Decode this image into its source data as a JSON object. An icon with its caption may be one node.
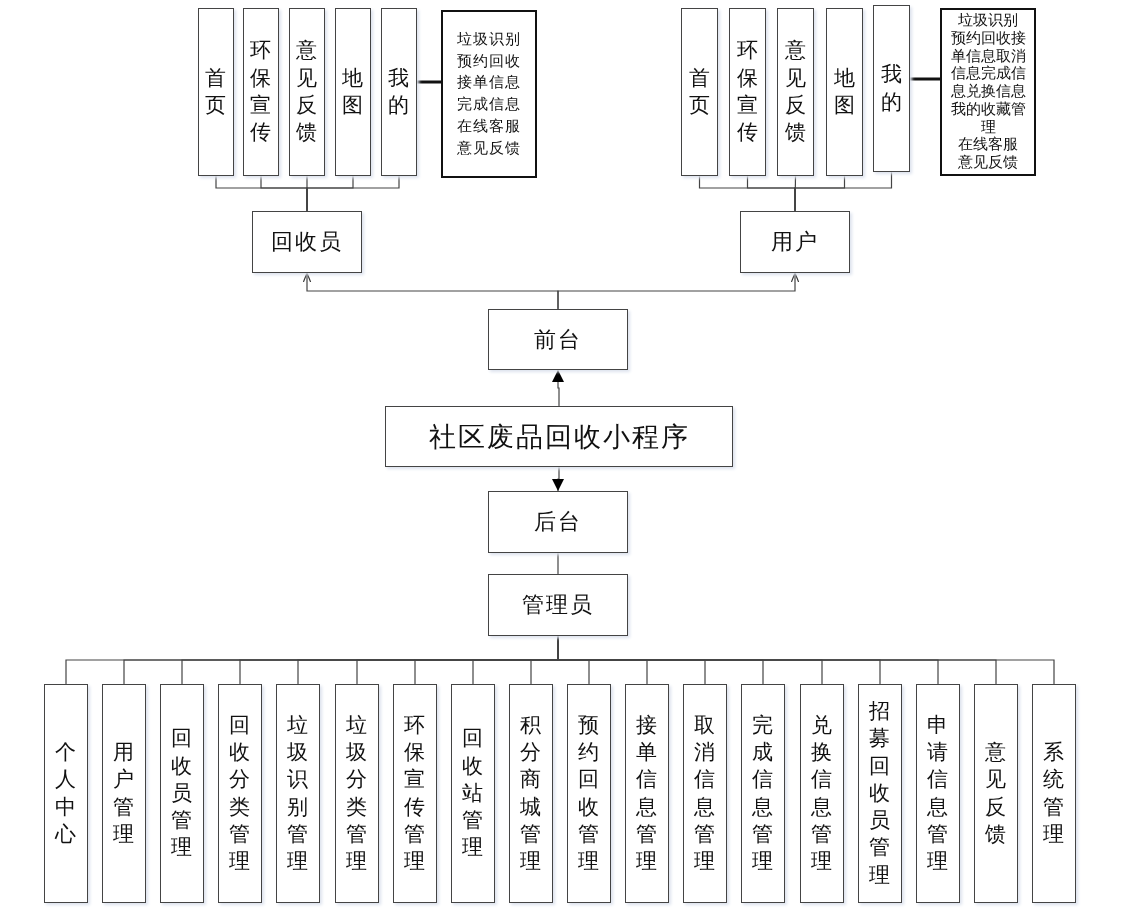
{
  "diagram": {
    "nodes": [
      {
        "text": [
          "首页"
        ]
      },
      {
        "text": [
          "环保宣传"
        ]
      },
      {
        "text": [
          "意见反馈"
        ]
      },
      {
        "text": [
          "地图"
        ]
      },
      {
        "text": [
          "我的"
        ]
      },
      {
        "text": [
          "垃圾识别",
          "预约回收",
          "接单信息",
          "完成信息",
          "在线客服",
          "意见反馈"
        ]
      },
      {
        "text": [
          "首页"
        ]
      },
      {
        "text": [
          "环保宣传"
        ]
      },
      {
        "text": [
          "意见反馈"
        ]
      },
      {
        "text": [
          "地图"
        ]
      },
      {
        "text": [
          "我的"
        ]
      },
      {
        "text": [
          "垃圾识别",
          "预约回收接单信息取消信息完成信息兑换信息我的收藏管理",
          "在线客服",
          "意见反馈"
        ]
      },
      {
        "text": [
          "回收员"
        ]
      },
      {
        "text": [
          "用户"
        ]
      },
      {
        "text": [
          "前台"
        ]
      },
      {
        "text": [
          "社区废品回收小程序"
        ]
      },
      {
        "text": [
          "后台"
        ]
      },
      {
        "text": [
          "管理员"
        ]
      },
      {
        "text": [
          "个人中心"
        ]
      },
      {
        "text": [
          "用户管理"
        ]
      },
      {
        "text": [
          "回收员管理"
        ]
      },
      {
        "text": [
          "回收分类管理"
        ]
      },
      {
        "text": [
          "垃圾识别管理"
        ]
      },
      {
        "text": [
          "垃圾分类管理"
        ]
      },
      {
        "text": [
          "环保宣传管理"
        ]
      },
      {
        "text": [
          "回收站管理"
        ]
      },
      {
        "text": [
          "积分商城管理"
        ]
      },
      {
        "text": [
          "预约回收管理"
        ]
      },
      {
        "text": [
          "接单信息管理"
        ]
      },
      {
        "text": [
          "取消信息管理"
        ]
      },
      {
        "text": [
          "完成信息管理"
        ]
      },
      {
        "text": [
          "兑换信息管理"
        ]
      },
      {
        "text": [
          "招募回收员管理"
        ]
      },
      {
        "text": [
          "申请信息管理"
        ]
      },
      {
        "text": [
          "意见反馈"
        ]
      },
      {
        "text": [
          "系统管理"
        ]
      }
    ],
    "edges": [
      {
        "from": 15,
        "to": 14,
        "arrow": "to"
      },
      {
        "from": 14,
        "to": 12,
        "arrow": "to"
      },
      {
        "from": 14,
        "to": 13,
        "arrow": "to"
      },
      {
        "from": 12,
        "to": 0,
        "arrow": "none"
      },
      {
        "from": 12,
        "to": 1,
        "arrow": "none"
      },
      {
        "from": 12,
        "to": 2,
        "arrow": "none"
      },
      {
        "from": 12,
        "to": 3,
        "arrow": "none"
      },
      {
        "from": 12,
        "to": 4,
        "arrow": "none"
      },
      {
        "from": 4,
        "to": 5,
        "arrow": "none",
        "style": "thick"
      },
      {
        "from": 13,
        "to": 6,
        "arrow": "none"
      },
      {
        "from": 13,
        "to": 7,
        "arrow": "none"
      },
      {
        "from": 13,
        "to": 8,
        "arrow": "none"
      },
      {
        "from": 13,
        "to": 9,
        "arrow": "none"
      },
      {
        "from": 13,
        "to": 10,
        "arrow": "none"
      },
      {
        "from": 10,
        "to": 11,
        "arrow": "none",
        "style": "thick"
      },
      {
        "from": 15,
        "to": 16,
        "arrow": "to"
      },
      {
        "from": 16,
        "to": 17,
        "arrow": "none"
      },
      {
        "from": 17,
        "to": 18,
        "arrow": "none"
      },
      {
        "from": 17,
        "to": 19,
        "arrow": "none"
      },
      {
        "from": 17,
        "to": 20,
        "arrow": "none"
      },
      {
        "from": 17,
        "to": 21,
        "arrow": "none"
      },
      {
        "from": 17,
        "to": 22,
        "arrow": "none"
      },
      {
        "from": 17,
        "to": 23,
        "arrow": "none"
      },
      {
        "from": 17,
        "to": 24,
        "arrow": "none"
      },
      {
        "from": 17,
        "to": 25,
        "arrow": "none"
      },
      {
        "from": 17,
        "to": 26,
        "arrow": "none"
      },
      {
        "from": 17,
        "to": 27,
        "arrow": "none"
      },
      {
        "from": 17,
        "to": 28,
        "arrow": "none"
      },
      {
        "from": 17,
        "to": 29,
        "arrow": "none"
      },
      {
        "from": 17,
        "to": 30,
        "arrow": "none"
      },
      {
        "from": 17,
        "to": 31,
        "arrow": "none"
      },
      {
        "from": 17,
        "to": 32,
        "arrow": "none"
      },
      {
        "from": 17,
        "to": 33,
        "arrow": "none"
      },
      {
        "from": 17,
        "to": 34,
        "arrow": "none"
      },
      {
        "from": 17,
        "to": 35,
        "arrow": "none"
      }
    ]
  }
}
